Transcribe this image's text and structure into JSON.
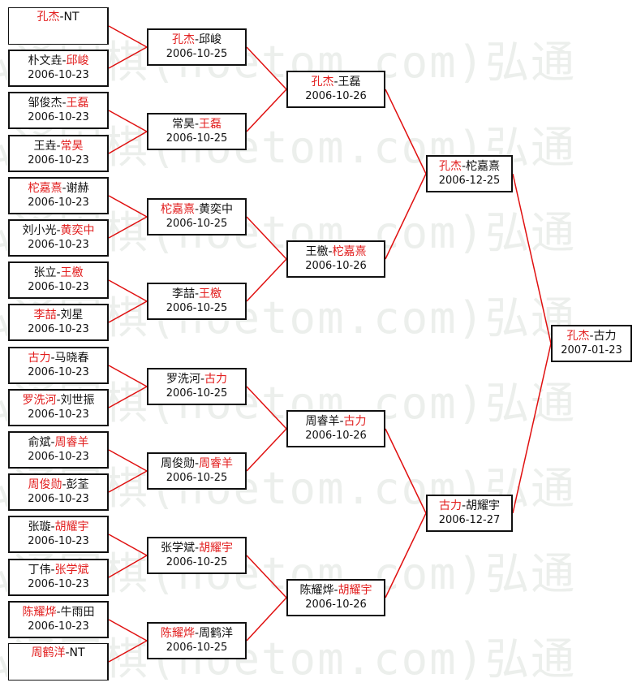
{
  "watermark": "弘通围棋(hoetom.com)弘通",
  "rounds": [
    [
      {
        "p1": "孔杰",
        "p2": "NT",
        "winner": 1,
        "date": ""
      },
      {
        "p1": "朴文垚",
        "p2": "邱峻",
        "winner": 2,
        "date": "2006-10-23"
      },
      {
        "p1": "邹俊杰",
        "p2": "王磊",
        "winner": 2,
        "date": "2006-10-23"
      },
      {
        "p1": "王垚",
        "p2": "常昊",
        "winner": 2,
        "date": "2006-10-23"
      },
      {
        "p1": "柁嘉熹",
        "p2": "谢赫",
        "winner": 1,
        "date": "2006-10-23"
      },
      {
        "p1": "刘小光",
        "p2": "黄奕中",
        "winner": 2,
        "date": "2006-10-23"
      },
      {
        "p1": "张立",
        "p2": "王檄",
        "winner": 2,
        "date": "2006-10-23"
      },
      {
        "p1": "李喆",
        "p2": "刘星",
        "winner": 1,
        "date": "2006-10-23"
      },
      {
        "p1": "古力",
        "p2": "马晓春",
        "winner": 1,
        "date": "2006-10-23"
      },
      {
        "p1": "罗洗河",
        "p2": "刘世振",
        "winner": 1,
        "date": "2006-10-23"
      },
      {
        "p1": "俞斌",
        "p2": "周睿羊",
        "winner": 2,
        "date": "2006-10-23"
      },
      {
        "p1": "周俊勋",
        "p2": "彭荃",
        "winner": 1,
        "date": "2006-10-23"
      },
      {
        "p1": "张璇",
        "p2": "胡耀宇",
        "winner": 2,
        "date": "2006-10-23"
      },
      {
        "p1": "丁伟",
        "p2": "张学斌",
        "winner": 2,
        "date": "2006-10-23"
      },
      {
        "p1": "陈耀烨",
        "p2": "牛雨田",
        "winner": 1,
        "date": "2006-10-23"
      },
      {
        "p1": "周鹤洋",
        "p2": "NT",
        "winner": 1,
        "date": ""
      }
    ],
    [
      {
        "p1": "孔杰",
        "p2": "邱峻",
        "winner": 1,
        "date": "2006-10-25"
      },
      {
        "p1": "常昊",
        "p2": "王磊",
        "winner": 2,
        "date": "2006-10-25"
      },
      {
        "p1": "柁嘉熹",
        "p2": "黄奕中",
        "winner": 1,
        "date": "2006-10-25"
      },
      {
        "p1": "李喆",
        "p2": "王檄",
        "winner": 2,
        "date": "2006-10-25"
      },
      {
        "p1": "罗洗河",
        "p2": "古力",
        "winner": 2,
        "date": "2006-10-25"
      },
      {
        "p1": "周俊勋",
        "p2": "周睿羊",
        "winner": 2,
        "date": "2006-10-25"
      },
      {
        "p1": "张学斌",
        "p2": "胡耀宇",
        "winner": 2,
        "date": "2006-10-25"
      },
      {
        "p1": "陈耀烨",
        "p2": "周鹤洋",
        "winner": 1,
        "date": "2006-10-25"
      }
    ],
    [
      {
        "p1": "孔杰",
        "p2": "王磊",
        "winner": 1,
        "date": "2006-10-26"
      },
      {
        "p1": "王檄",
        "p2": "柁嘉熹",
        "winner": 2,
        "date": "2006-10-26"
      },
      {
        "p1": "周睿羊",
        "p2": "古力",
        "winner": 2,
        "date": "2006-10-26"
      },
      {
        "p1": "陈耀烨",
        "p2": "胡耀宇",
        "winner": 2,
        "date": "2006-10-26"
      }
    ],
    [
      {
        "p1": "孔杰",
        "p2": "柁嘉熹",
        "winner": 1,
        "date": "2006-12-25"
      },
      {
        "p1": "古力",
        "p2": "胡耀宇",
        "winner": 1,
        "date": "2006-12-27"
      }
    ],
    [
      {
        "p1": "孔杰",
        "p2": "古力",
        "winner": 1,
        "date": "2007-01-23"
      }
    ]
  ],
  "colors": {
    "winner": "#e21e1e",
    "text": "#111111",
    "line": "#e01010",
    "watermark": "#ecefec"
  }
}
